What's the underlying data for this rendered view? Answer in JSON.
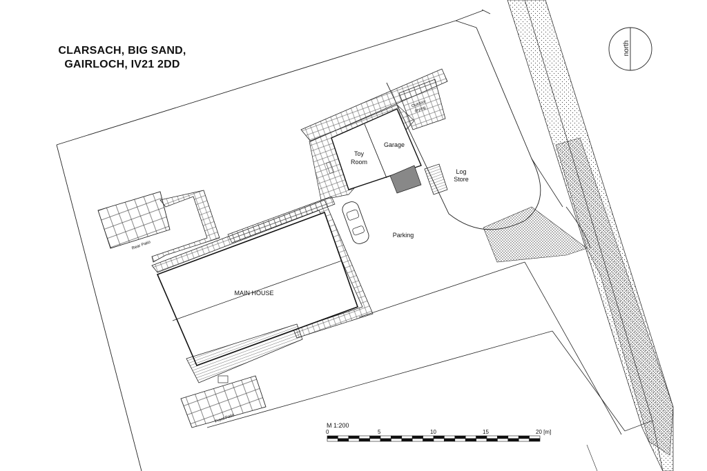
{
  "title": {
    "line1": "CLARSACH, BIG SAND,",
    "line2": "GAIRLOCH, IV21 2DD"
  },
  "labels": {
    "main_house": "MAIN HOUSE",
    "toy_room_1": "Toy",
    "toy_room_2": "Room",
    "garage": "Garage",
    "outdoor_1": "Outdoor",
    "outdoor_2": "drying",
    "log_store_1": "Log",
    "log_store_2": "Store",
    "parking": "Parking",
    "rear_patio": "Rear Patio",
    "front_patio": "Front Patio"
  },
  "north": {
    "label": "north"
  },
  "scale": {
    "ratio": "M 1:200",
    "ticks": [
      "0",
      "5",
      "10",
      "15",
      "20 [m]"
    ]
  },
  "colors": {
    "line": "#222222",
    "hatch": "#555555"
  }
}
